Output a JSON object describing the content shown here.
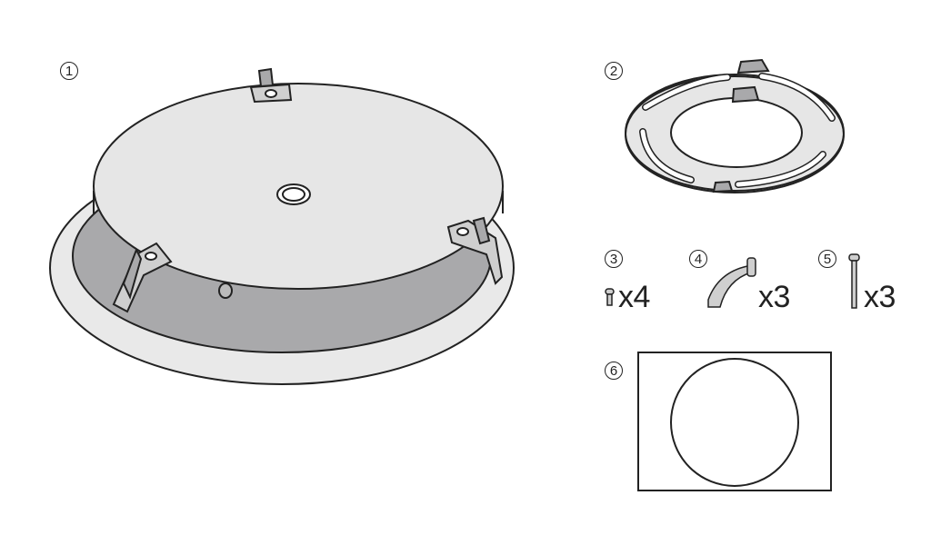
{
  "diagram": {
    "type": "parts-list",
    "colors": {
      "line": "#222222",
      "light_fill": "#e6e6e6",
      "dark_fill": "#a9a9ab",
      "tab_fill": "#cfcfcf"
    },
    "parts": [
      {
        "id": "1",
        "label": "1",
        "name": "mounting plate / dome base"
      },
      {
        "id": "2",
        "label": "2",
        "name": "mounting ring bracket"
      },
      {
        "id": "3",
        "label": "3",
        "name": "short screw",
        "quantity": "x4"
      },
      {
        "id": "4",
        "label": "4",
        "name": "clip bracket",
        "quantity": "x3"
      },
      {
        "id": "5",
        "label": "5",
        "name": "long screw",
        "quantity": "x3"
      },
      {
        "id": "6",
        "label": "6",
        "name": "template sheet with circle"
      }
    ]
  }
}
